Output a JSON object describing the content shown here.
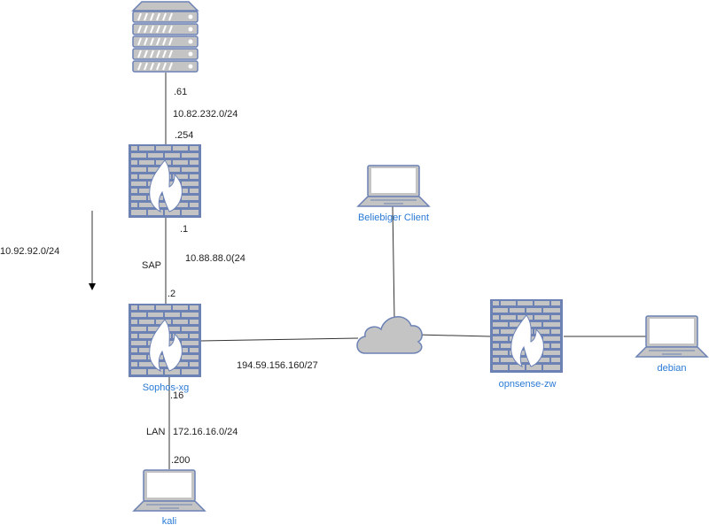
{
  "colors": {
    "device_outline": "#6c82b5",
    "device_fill": "#c4c4c4",
    "label_blue": "#2a7ad6",
    "link": "#333333"
  },
  "nodes": {
    "server": {
      "icon": "server-icon"
    },
    "firewall_top": {
      "icon": "firewall-icon"
    },
    "sophos": {
      "label": "Sophos-xg",
      "icon": "firewall-icon"
    },
    "opnsense": {
      "label": "opnsense-zw",
      "icon": "firewall-icon"
    },
    "client": {
      "label": "Beliebiger Client",
      "icon": "laptop-icon"
    },
    "debian": {
      "label": "debian",
      "icon": "laptop-icon"
    },
    "kali": {
      "label": "kali",
      "icon": "laptop-icon"
    },
    "internet": {
      "icon": "cloud-icon"
    }
  },
  "labels": {
    "server_ip": ".61",
    "net_server": "10.82.232.0/24",
    "fw_top_ip_up": ".254",
    "fw_top_ip_down": ".1",
    "net_sap": "10.88.88.0(24",
    "sap": "SAP",
    "net_side": "10.92.92.0/24",
    "sophos_ip_up": ".2",
    "sophos_ip_lan": ".16",
    "net_wan": "194.59.156.160/27",
    "lan": "LAN",
    "net_lan": "172.16.16.0/24",
    "kali_ip": ".200"
  }
}
